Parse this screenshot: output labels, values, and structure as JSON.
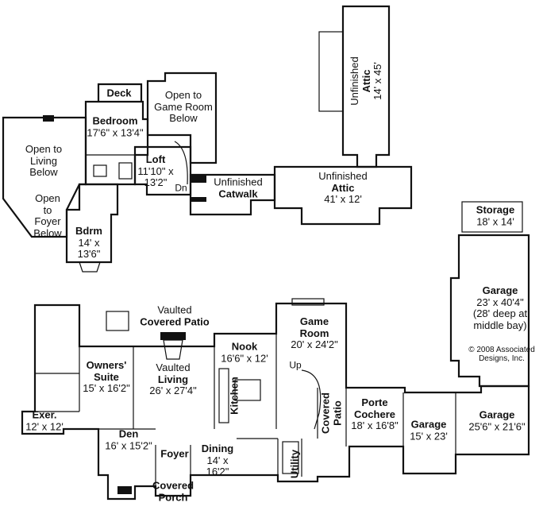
{
  "upper_floor": {
    "deck": {
      "name": "Deck"
    },
    "bedroom": {
      "name": "Bedroom",
      "size": "17'6\" x 13'4\""
    },
    "open_game_room": {
      "line1": "Open to",
      "line2": "Game Room",
      "line3": "Below"
    },
    "open_living": {
      "line1": "Open to",
      "line2": "Living",
      "line3": "Below"
    },
    "open_foyer": {
      "line1": "Open",
      "line2": "to",
      "line3": "Foyer",
      "line4": "Below"
    },
    "loft": {
      "name": "Loft",
      "size1": "11'10\" x",
      "size2": "13'2\""
    },
    "dn": {
      "text": "Dn"
    },
    "bdrm": {
      "name": "Bdrm",
      "size1": "14' x",
      "size2": "13'6\""
    },
    "catwalk": {
      "line1": "Unfinished",
      "name": "Catwalk"
    },
    "attic_tall": {
      "line1": "Unfinished",
      "name": "Attic",
      "size": "14' x 45'"
    },
    "attic_wide": {
      "line1": "Unfinished",
      "name": "Attic",
      "size": "41' x 12'"
    }
  },
  "main_floor": {
    "storage": {
      "name": "Storage",
      "size": "18' x 14'"
    },
    "garage_big": {
      "name": "Garage",
      "size": "23' x 40'4\"",
      "note1": "(28' deep at",
      "note2": "middle bay)"
    },
    "copyright": {
      "line1": "© 2008 Associated",
      "line2": "Designs, Inc."
    },
    "covered_patio": {
      "line1": "Vaulted",
      "name": "Covered Patio"
    },
    "game_room": {
      "name": "Game",
      "name2": "Room",
      "size": "20' x 24'2\""
    },
    "nook": {
      "name": "Nook",
      "size": "16'6\" x 12'"
    },
    "up": {
      "text": "Up"
    },
    "owners_suite": {
      "name": "Owners'",
      "name2": "Suite",
      "size": "15' x 16'2\""
    },
    "living": {
      "line1": "Vaulted",
      "name": "Living",
      "size": "26' x 27'4\""
    },
    "kitchen": {
      "name": "Kitchen"
    },
    "exer": {
      "name": "Exer.",
      "size": "12' x 12'"
    },
    "covered_patio_side": {
      "name": "Covered",
      "name2": "Patio"
    },
    "porte_cochere": {
      "name": "Porte",
      "name2": "Cochere",
      "size": "18' x 16'8\""
    },
    "garage_mid": {
      "name": "Garage",
      "size": "15' x 23'"
    },
    "garage_right": {
      "name": "Garage",
      "size": "25'6\" x 21'6\""
    },
    "den": {
      "name": "Den",
      "size": "16' x 15'2\""
    },
    "foyer": {
      "name": "Foyer"
    },
    "dining": {
      "name": "Dining",
      "size1": "14' x",
      "size2": "16'2\""
    },
    "utility": {
      "name": "Utility"
    },
    "covered_porch": {
      "name": "Covered",
      "name2": "Porch"
    }
  }
}
